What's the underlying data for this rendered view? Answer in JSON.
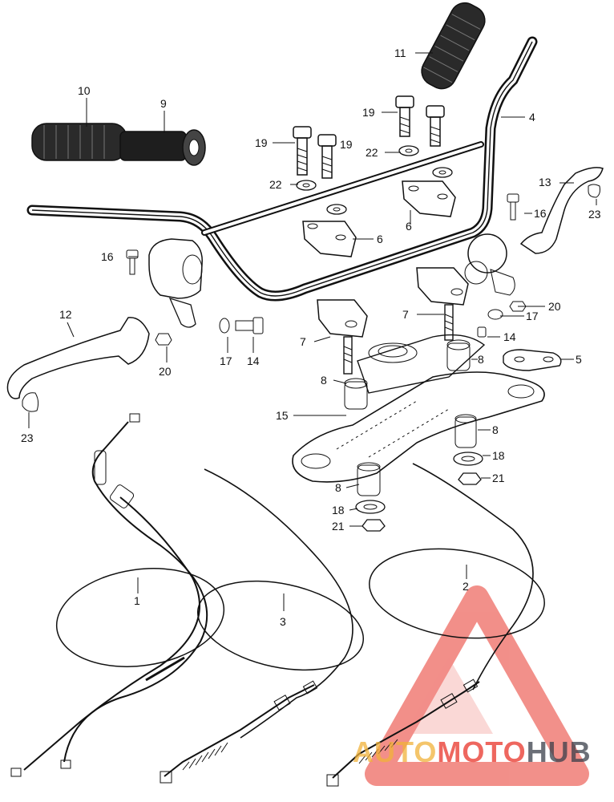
{
  "labels": {
    "l1": "1",
    "l2": "2",
    "l3": "3",
    "l4": "4",
    "l5": "5",
    "l6a": "6",
    "l6b": "6",
    "l7a": "7",
    "l7b": "7",
    "l8a": "8",
    "l8b": "8",
    "l8c": "8",
    "l8d": "8",
    "l9": "9",
    "l10": "10",
    "l11": "11",
    "l12": "12",
    "l13": "13",
    "l14a": "14",
    "l14b": "14",
    "l15": "15",
    "l16a": "16",
    "l16b": "16",
    "l17a": "17",
    "l17b": "17",
    "l18a": "18",
    "l18b": "18",
    "l19a": "19",
    "l19b": "19",
    "l19c": "19",
    "l20a": "20",
    "l20b": "20",
    "l21a": "21",
    "l21b": "21",
    "l22a": "22",
    "l22b": "22",
    "l23a": "23",
    "l23b": "23"
  },
  "watermark": {
    "part1": "AUTO",
    "part2": "MOTO",
    "part3": "HUB",
    "color_primary": "#e8342a",
    "color_secondary": "#f0b23a",
    "color_dark": "#3a3f4a"
  }
}
